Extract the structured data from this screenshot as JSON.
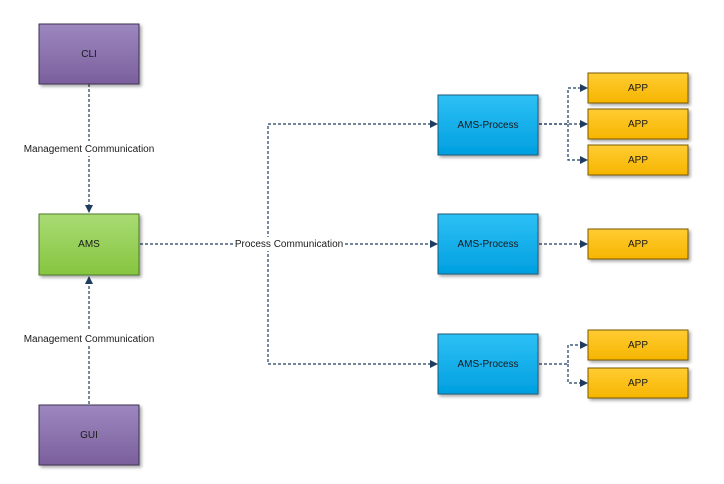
{
  "diagram": {
    "nodes": {
      "cli": {
        "label": "CLI"
      },
      "ams": {
        "label": "AMS"
      },
      "gui": {
        "label": "GUI"
      },
      "proc1": {
        "label": "AMS-Process"
      },
      "proc2": {
        "label": "AMS-Process"
      },
      "proc3": {
        "label": "AMS-Process"
      },
      "app1": {
        "label": "APP"
      },
      "app2": {
        "label": "APP"
      },
      "app3": {
        "label": "APP"
      },
      "app4": {
        "label": "APP"
      },
      "app5": {
        "label": "APP"
      },
      "app6": {
        "label": "APP"
      }
    },
    "edge_labels": {
      "mgmt_top": "Management Communication",
      "mgmt_bottom": "Management Communication",
      "process": "Process Communication"
    }
  },
  "colors": {
    "purple": "#8064a2",
    "green": "#92d050",
    "blue": "#00b0f0",
    "orange": "#ffc000",
    "line": "#1f3c5f"
  }
}
